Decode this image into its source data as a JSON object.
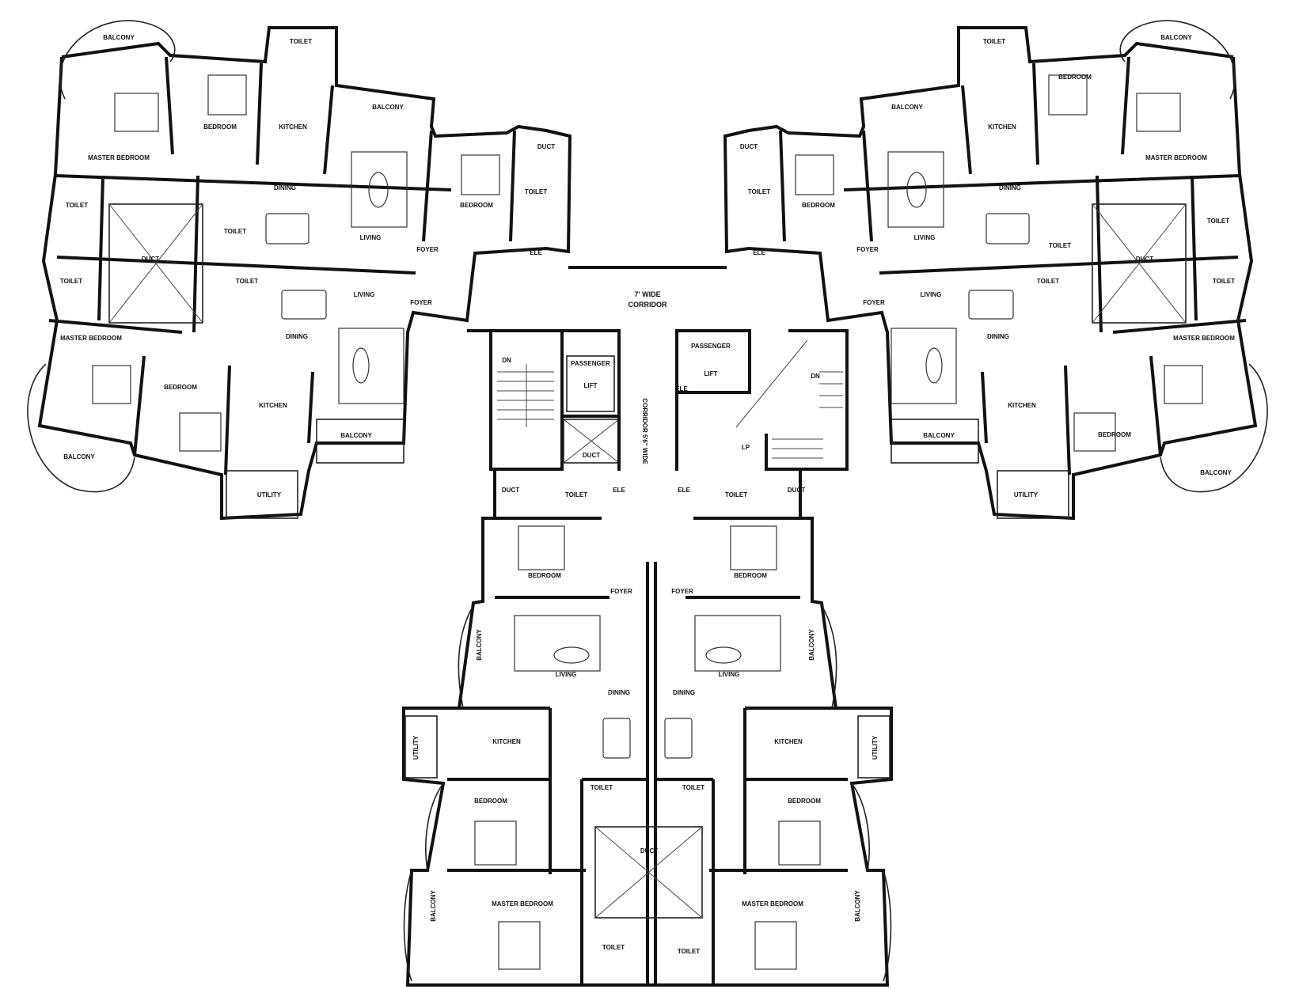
{
  "rooms": {
    "bedroom": "BEDROOM",
    "master_bedroom": "MASTER BEDROOM",
    "toilet": "TOILET",
    "kitchen": "KITCHEN",
    "living": "LIVING",
    "dining": "DINING",
    "balcony": "BALCONY",
    "utility": "UTILITY",
    "foyer": "FOYER",
    "duct": "DUCT",
    "elec": "ELE",
    "lift": "LIFT",
    "passenger": "PASSENGER",
    "lp": "LP"
  },
  "corridor": {
    "main": "7' WIDE",
    "main_sub": "CORRIDOR",
    "spine": "CORRIDOR 5'6\" WIDE"
  },
  "stair": {
    "dn": "DN"
  }
}
